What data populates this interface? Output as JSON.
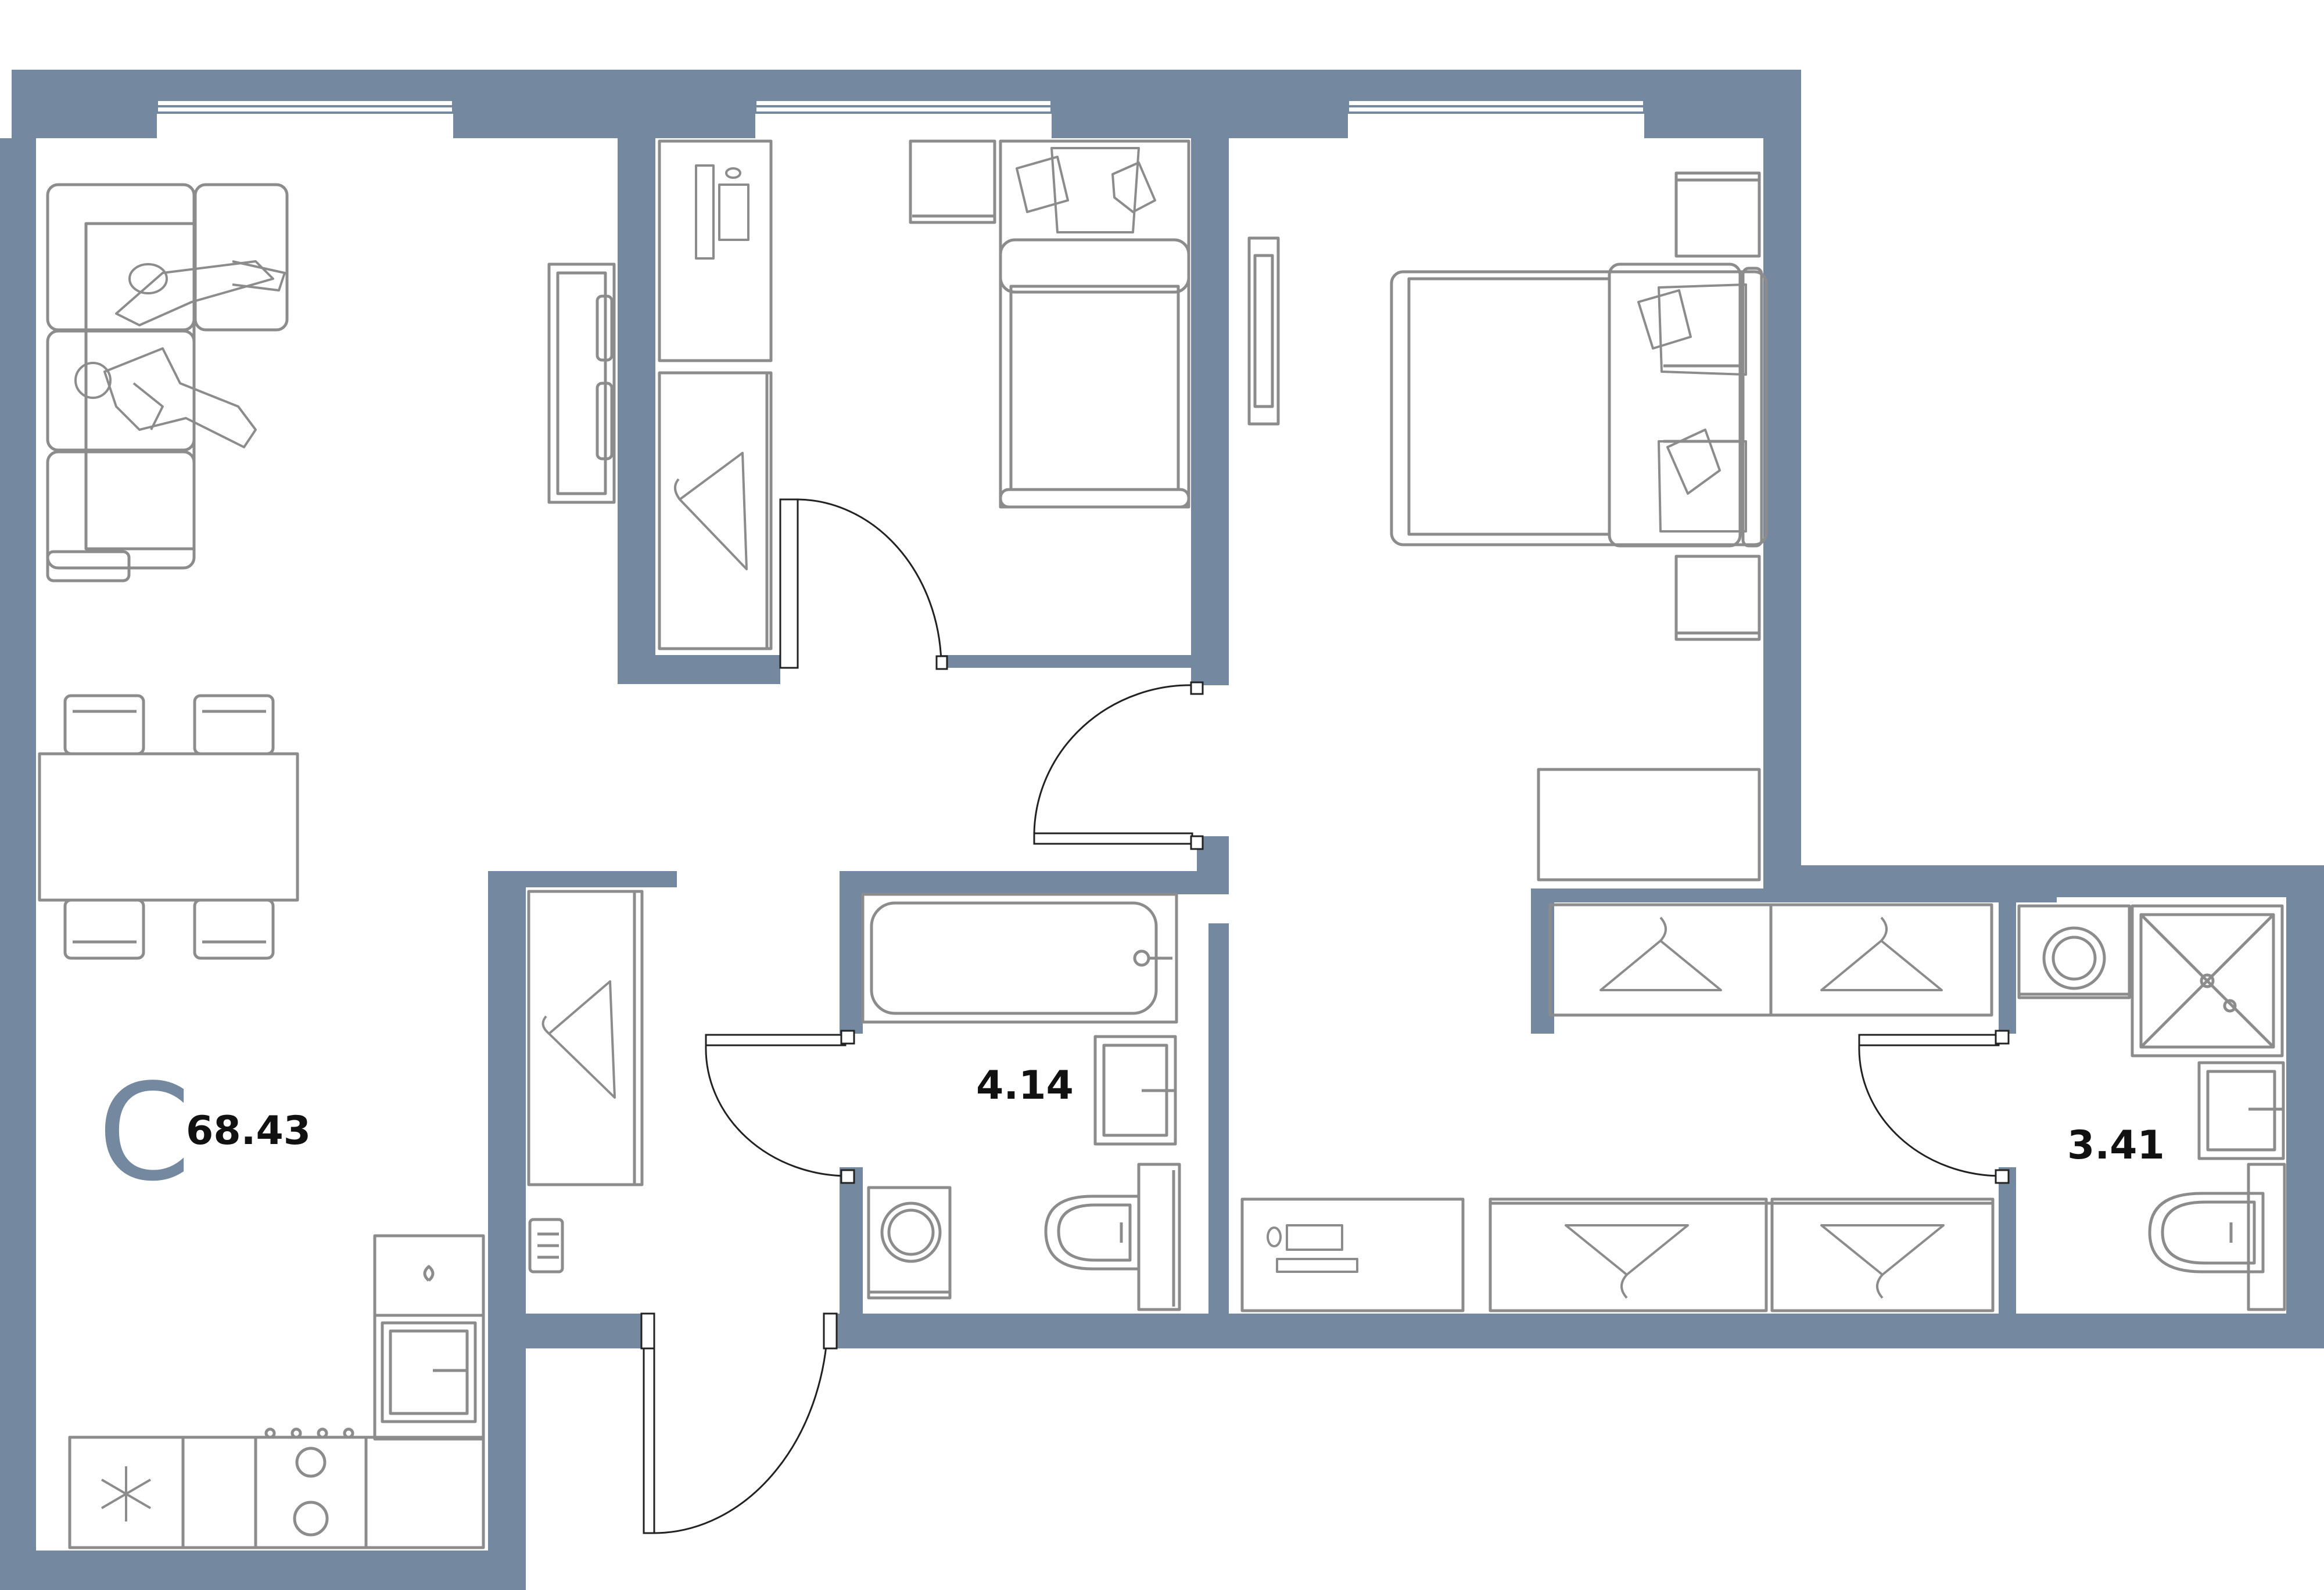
{
  "plan": {
    "colors": {
      "wall": "#74889f",
      "furniture": "#8c8c8c",
      "text": "#111111",
      "background": "#ffffff"
    },
    "apartment_letter": "C",
    "total_area": "68.43",
    "rooms": {
      "bathroom_area": "4.14",
      "shower_room_area": "3.41"
    },
    "icons": [
      "sofa-icon",
      "person-icon",
      "tv-icon",
      "dining-table-icon",
      "chair-icon",
      "wardrobe-icon",
      "hanger-icon",
      "bed-icon",
      "pillow-icon",
      "nightstand-icon",
      "desk-icon",
      "computer-icon",
      "bathtub-icon",
      "sink-icon",
      "toilet-icon",
      "washing-machine-icon",
      "shower-icon",
      "fridge-icon",
      "snowflake-icon",
      "stove-icon",
      "window-icon",
      "door-swing-icon"
    ]
  }
}
